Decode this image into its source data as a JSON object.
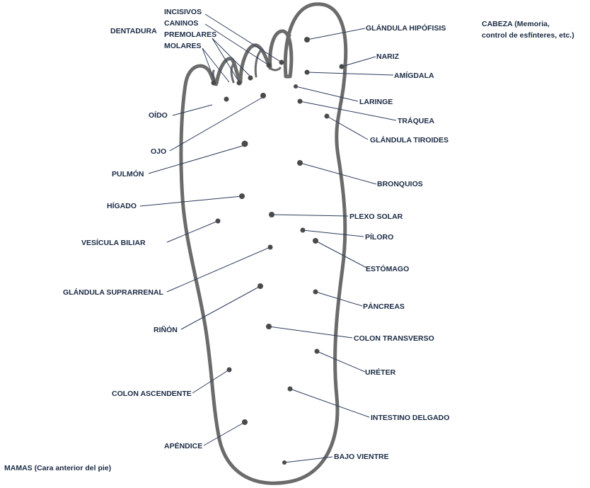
{
  "notes": {
    "head": "CABEZA (Memoria,\ncontrol de esfínteres, etc.)",
    "breast": "MAMAS (Cara anterior del pie)"
  },
  "labels": {
    "dentadura": "DENTADURA",
    "incisivos": "INCISIVOS",
    "caninos": "CANINOS",
    "premolares": "PREMOLARES",
    "molares": "MOLARES",
    "glandula_hipofisis": "GLÁNDULA HIPÓFISIS",
    "nariz": "NARIZ",
    "amigdala": "AMÍGDALA",
    "laringe": "LARINGE",
    "traquea": "TRÁQUEA",
    "glandula_tiroides": "GLÁNDULA TIROIDES",
    "oido": "OÍDO",
    "ojo": "OJO",
    "pulmon": "PULMÓN",
    "bronquios": "BRONQUIOS",
    "higado": "HÍGADO",
    "plexo_solar": "PLEXO SOLAR",
    "piloro": "PÍLORO",
    "vesicula_biliar": "VESÍCULA BILIAR",
    "estomago": "ESTÓMAGO",
    "glandula_suprarrenal": "GLÁNDULA SUPRARRENAL",
    "pancreas": "PÁNCREAS",
    "rinon": "RIÑÓN",
    "colon_transverso": "COLON TRANSVERSO",
    "ureter": "URÉTER",
    "colon_ascendente": "COLON ASCENDENTE",
    "intestino_delgado": "INTESTINO DELGADO",
    "apendice": "APÉNDICE",
    "bajo_vientre": "BAJO VIENTRE"
  },
  "colors": {
    "outline": "#6b6b6b",
    "dot": "#4a4a4a",
    "leader": "#2b3a5c",
    "text": "#1a2a44"
  }
}
